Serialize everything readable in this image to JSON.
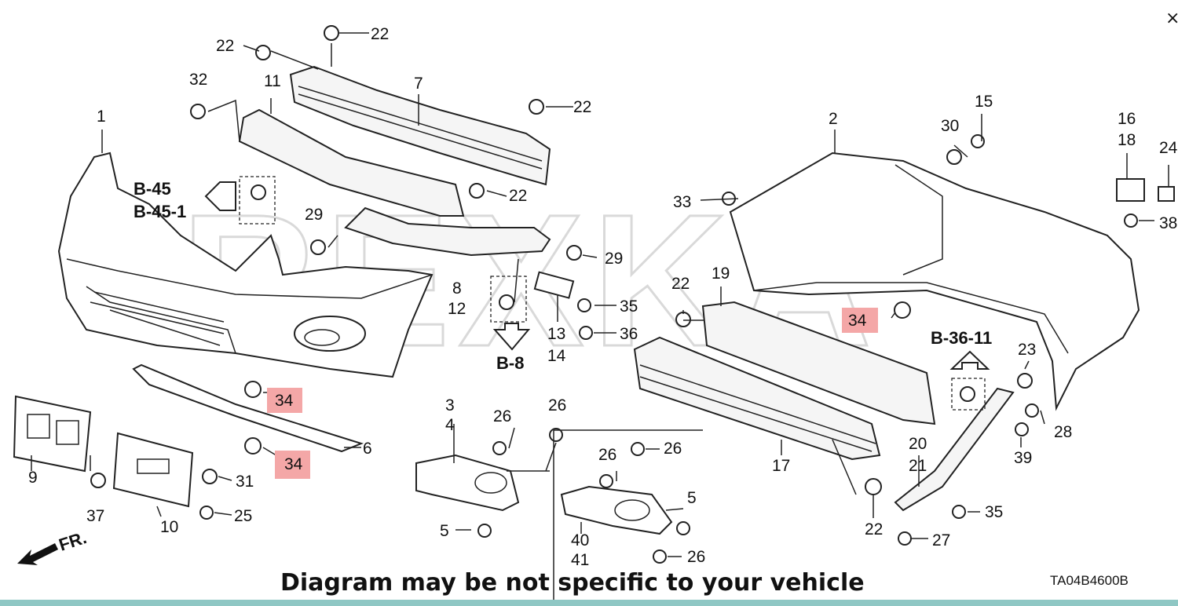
{
  "caption": "Diagram may be not specific to your vehicle",
  "diagram_code": "TA04B4600B",
  "watermark": "REXKA",
  "close_glyph": "×",
  "direction_label": "FR.",
  "refs": {
    "b45": "B-45",
    "b45_1": "B-45-1",
    "b8": "B-8",
    "b36_11": "B-36-11"
  },
  "highlight_color": "#f4a7a7",
  "callouts": {
    "c1": "1",
    "c2": "2",
    "c3": "3",
    "c4": "4",
    "c5a": "5",
    "c5b": "5",
    "c6": "6",
    "c7": "7",
    "c8": "8",
    "c9": "9",
    "c10": "10",
    "c11": "11",
    "c12": "12",
    "c13": "13",
    "c14": "14",
    "c15": "15",
    "c16": "16",
    "c17": "17",
    "c18": "18",
    "c19": "19",
    "c20": "20",
    "c21": "21",
    "c22a": "22",
    "c22b": "22",
    "c22c": "22",
    "c22d": "22",
    "c22e": "22",
    "c22f": "22",
    "c23": "23",
    "c24": "24",
    "c25": "25",
    "c26a": "26",
    "c26b": "26",
    "c26c": "26",
    "c26d": "26",
    "c26e": "26",
    "c27": "27",
    "c28": "28",
    "c29a": "29",
    "c29b": "29",
    "c30": "30",
    "c31": "31",
    "c32": "32",
    "c33": "33",
    "c34a": "34",
    "c34b": "34",
    "c34c": "34",
    "c35a": "35",
    "c35b": "35",
    "c36": "36",
    "c37": "37",
    "c38": "38",
    "c39": "39",
    "c40": "40",
    "c41": "41"
  }
}
